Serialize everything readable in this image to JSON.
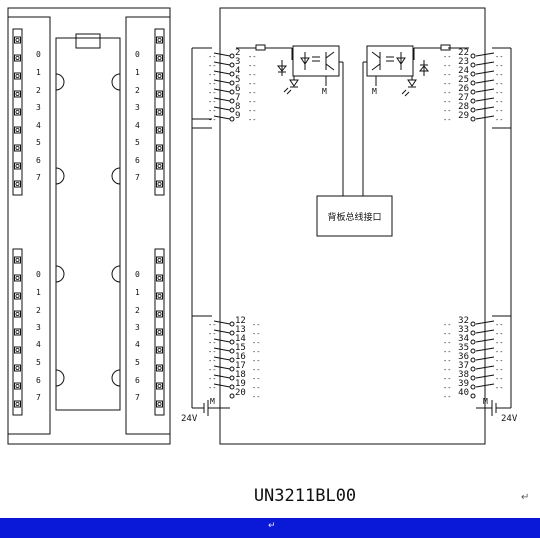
{
  "modules": {
    "top_channels": [
      "0",
      "1",
      "2",
      "3",
      "4",
      "5",
      "6",
      "7"
    ],
    "bottom_channels": [
      "0",
      "1",
      "2",
      "3",
      "4",
      "5",
      "6",
      "7"
    ]
  },
  "circuit": {
    "left_terminals": [
      "2",
      "3",
      "4",
      "5",
      "6",
      "7",
      "8",
      "9"
    ],
    "left_terminals_low": [
      "12",
      "13",
      "14",
      "15",
      "16",
      "17",
      "18",
      "19",
      "20"
    ],
    "right_terminals": [
      "22",
      "23",
      "24",
      "25",
      "26",
      "27",
      "28",
      "29"
    ],
    "right_terminals_low": [
      "32",
      "33",
      "34",
      "35",
      "36",
      "37",
      "38",
      "39",
      "40"
    ],
    "backplane_label": "背板总线接口",
    "ground_label": "M",
    "supply_label": "24V"
  },
  "caption": {
    "model": "UN3211BL00",
    "paragraph_mark": "↵"
  },
  "colors": {
    "line": "#111111",
    "footer": "#0a18d8"
  }
}
